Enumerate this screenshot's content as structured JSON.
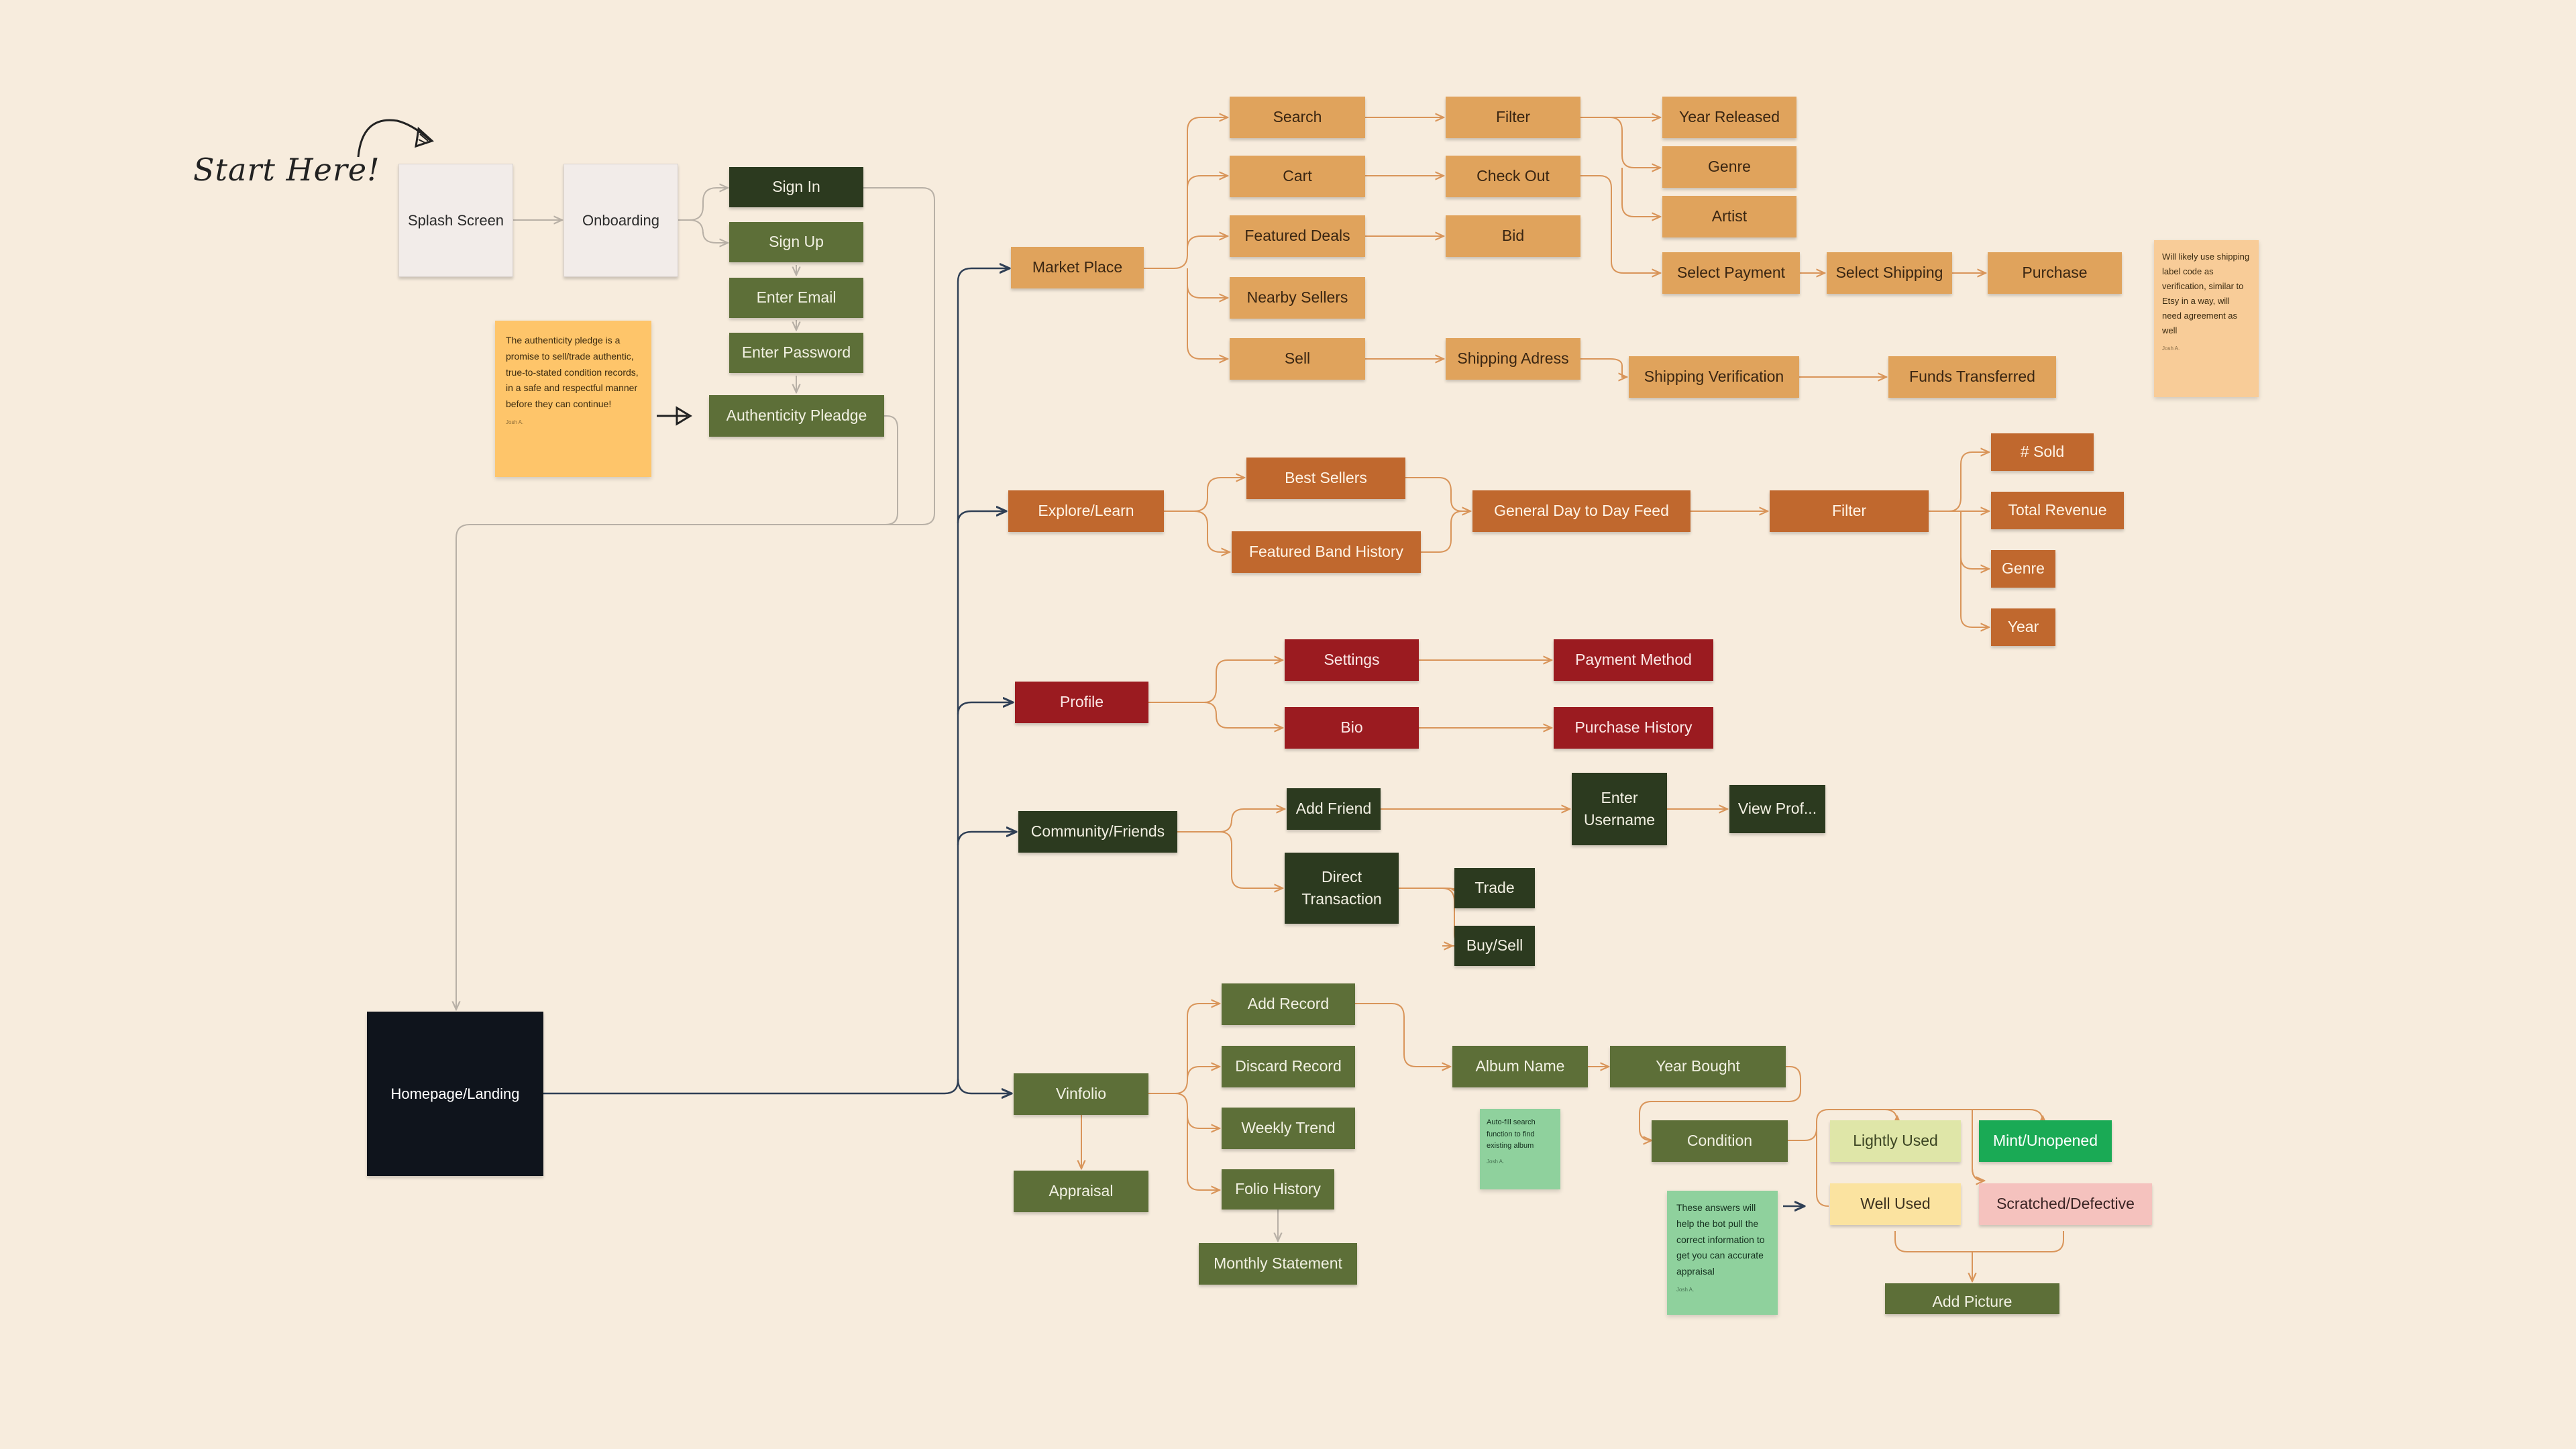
{
  "start_label": "Start Here!",
  "nodes": {
    "splash": "Splash Screen",
    "onboarding": "Onboarding",
    "sign_in": "Sign In",
    "sign_up": "Sign Up",
    "enter_email": "Enter Email",
    "enter_password": "Enter Password",
    "authenticity": "Authenticity Pleadge",
    "homepage": "Homepage/Landing",
    "market_place": "Market Place",
    "search": "Search",
    "cart": "Cart",
    "featured_deals": "Featured Deals",
    "nearby_sellers": "Nearby Sellers",
    "sell": "Sell",
    "filter_mp": "Filter",
    "check_out": "Check Out",
    "bid": "Bid",
    "shipping_adress": "Shipping Adress",
    "year_released": "Year Released",
    "genre_mp": "Genre",
    "artist": "Artist",
    "select_payment": "Select Payment",
    "select_shipping": "Select Shipping",
    "purchase": "Purchase",
    "shipping_verification": "Shipping Verification",
    "funds_transferred": "Funds Transferred",
    "explore": "Explore/Learn",
    "best_sellers": "Best Sellers",
    "featured_band": "Featured Band History",
    "day_feed": "General Day to Day Feed",
    "filter_ex": "Filter",
    "num_sold": "# Sold",
    "total_revenue": "Total Revenue",
    "genre_ex": "Genre",
    "year_ex": "Year",
    "profile": "Profile",
    "settings": "Settings",
    "bio": "Bio",
    "payment_method": "Payment Method",
    "purchase_history": "Purchase History",
    "community": "Community/Friends",
    "add_friend": "Add Friend",
    "enter_username": "Enter Username",
    "view_prof": "View Prof...",
    "direct_transaction": "Direct Transaction",
    "trade": "Trade",
    "buy_sell": "Buy/Sell",
    "vinfolio": "Vinfolio",
    "appraisal": "Appraisal",
    "add_record": "Add Record",
    "discard_record": "Discard Record",
    "weekly_trend": "Weekly Trend",
    "folio_history": "Folio History",
    "monthly_statement": "Monthly Statement",
    "album_name": "Album Name",
    "year_bought": "Year Bought",
    "condition": "Condition",
    "lightly_used": "Lightly Used",
    "mint": "Mint/Unopened",
    "well_used": "Well Used",
    "scratched": "Scratched/Defective",
    "add_picture": "Add Picture"
  },
  "stickies": {
    "authenticity_note": "The authenticity pledge is a promise to sell/trade authentic, true-to-stated condition records, in a safe and respectful manner before they can continue!",
    "authenticity_author": "Josh A.",
    "shipping_note": "Will likely use shipping label code as verification, similar to Etsy in a way, will need agreement as well",
    "shipping_author": "Josh A.",
    "autofill_note": "Auto-fill search function to find existing album",
    "autofill_author": "Josh A.",
    "answers_note": "These answers will help the bot pull the correct information to get you can accurate appraisal",
    "answers_author": "Josh A."
  },
  "colors": {
    "background": "#f7ecdd",
    "wire_main": "#2f3f55",
    "wire_tan": "#d9955a",
    "wire_grey": "#b8b0a6"
  }
}
